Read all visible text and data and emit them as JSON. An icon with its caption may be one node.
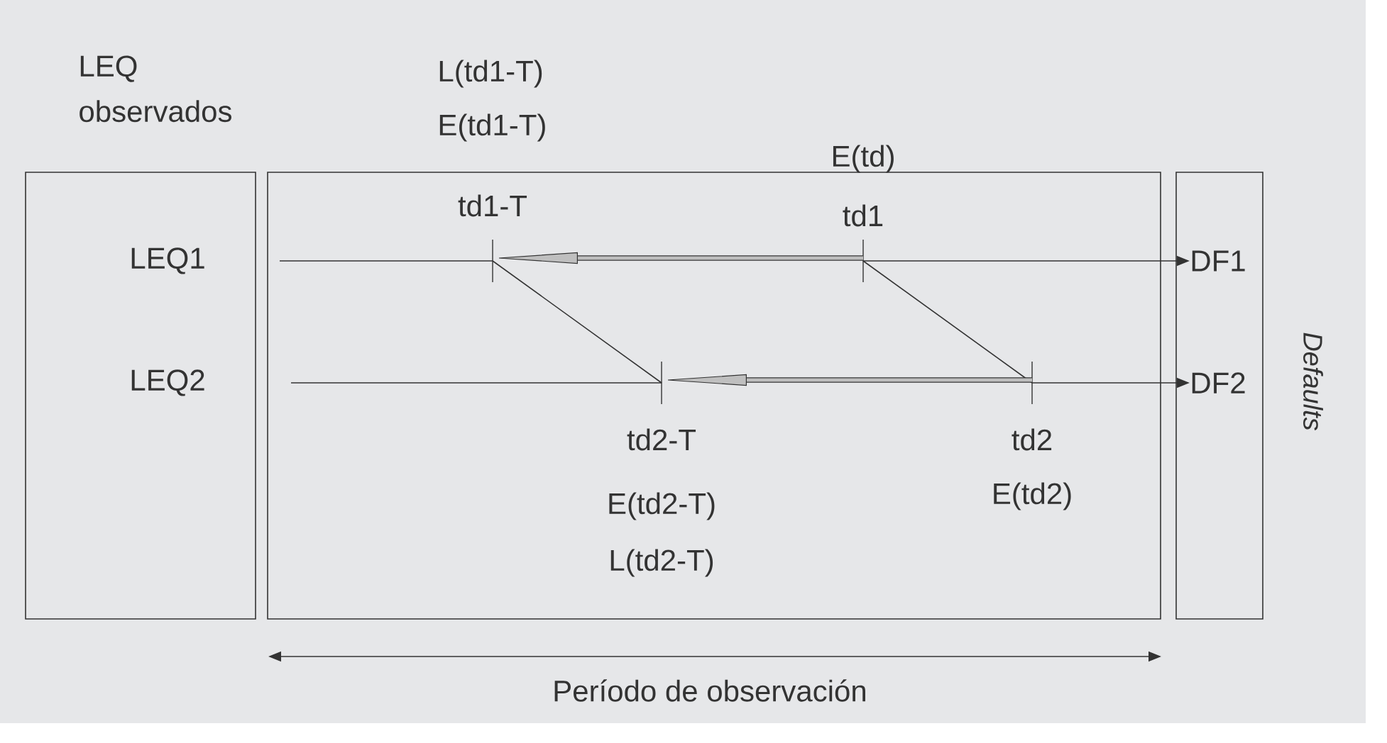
{
  "diagram": {
    "nodes": [
      {
        "text": [
          "LEQ observados"
        ]
      },
      {
        "text": [
          "LEQ1"
        ],
        "in": 0
      },
      {
        "text": [
          "LEQ2"
        ],
        "in": 0
      },
      {
        "text": [],
        "shape": "box"
      },
      {
        "text": [],
        "shape": "box",
        "beside": [
          "Defaults"
        ]
      },
      {
        "text": [
          "DF1"
        ],
        "in": 4
      },
      {
        "text": [
          "DF2"
        ],
        "in": 4
      },
      {
        "text": [
          "td1-T"
        ],
        "in": 3
      },
      {
        "text": [
          "E(td)",
          "td1"
        ],
        "in": 3
      },
      {
        "text": [
          "td2-T",
          "E(td2-T)",
          "L(td2-T)"
        ],
        "in": 3
      },
      {
        "text": [
          "td2",
          "E(td2)"
        ],
        "in": 3
      }
    ],
    "edges": [
      {
        "from": 3,
        "to": 7,
        "arrow": "none"
      },
      {
        "from": 8,
        "to": 5,
        "arrow": "to"
      },
      {
        "from": 3,
        "to": 9,
        "arrow": "none"
      },
      {
        "from": 10,
        "to": 6,
        "arrow": "to"
      },
      {
        "from": 8,
        "to": 7,
        "arrow": "to",
        "style": "thick"
      },
      {
        "from": 7,
        "to": 9,
        "arrow": "none"
      },
      {
        "from": 8,
        "to": 10,
        "arrow": "none"
      },
      {
        "from": 10,
        "to": 9,
        "arrow": "to",
        "style": "thick"
      }
    ],
    "labels": [
      "L(td1-T)",
      "E(td1-T)",
      "Período de observación"
    ]
  }
}
